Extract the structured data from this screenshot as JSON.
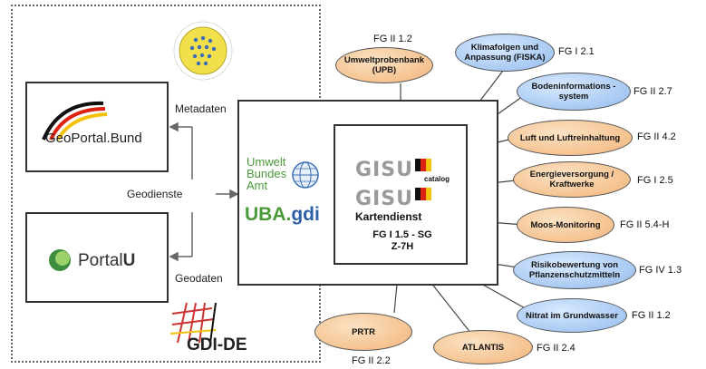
{
  "left": {
    "geoportal_label": "GeoPortal.Bund",
    "portalu_label_portal": "Portal",
    "portalu_label_u": "U",
    "gdide_label": "GDI-DE",
    "metadaten": "Metadaten",
    "geodienste": "Geodienste",
    "geodaten": "Geodaten"
  },
  "center": {
    "uba_line1": "Umwelt",
    "uba_line2": "Bundes",
    "uba_line3": "Amt",
    "uba_gdi_prefix": "UBA.",
    "uba_gdi_suffix": "gdi",
    "gisu_1": "GISU",
    "gisu_1_sub": "catalog",
    "gisu_2": "GISU",
    "gisu_2_sub": "Kartendienst",
    "fg_center_line1": "FG I 1.5 - SG",
    "fg_center_line2": "Z-7H"
  },
  "ellipses": [
    {
      "label": "Umweltprobenbank (UPB)",
      "color": "orange",
      "fg": "FG II 1.2"
    },
    {
      "label": "Klimafolgen und Anpassung (FISKA)",
      "color": "blue",
      "fg": "FG I 2.1"
    },
    {
      "label": "Bodeninformations -system",
      "color": "blue",
      "fg": "FG II 2.7"
    },
    {
      "label": "Luft und Luftreinhaltung",
      "color": "orange",
      "fg": "FG II 4.2"
    },
    {
      "label": "Energieversorgung / Kraftwerke",
      "color": "orange",
      "fg": "FG I 2.5"
    },
    {
      "label": "Moos-Monitoring",
      "color": "orange",
      "fg": "FG II 5.4-H"
    },
    {
      "label": "Risikobewertung von Pflanzenschutzmitteln",
      "color": "blue",
      "fg": "FG IV 1.3"
    },
    {
      "label": "Nitrat im Grundwasser",
      "color": "blue",
      "fg": "FG II 1.2"
    },
    {
      "label": "PRTR",
      "color": "orange",
      "fg": "FG II 2.2"
    },
    {
      "label": "ATLANTIS",
      "color": "orange",
      "fg": "FG II 2.4"
    }
  ],
  "colors": {
    "orange": "#f5c28f",
    "blue": "#a7c9f2",
    "line": "#444444"
  }
}
